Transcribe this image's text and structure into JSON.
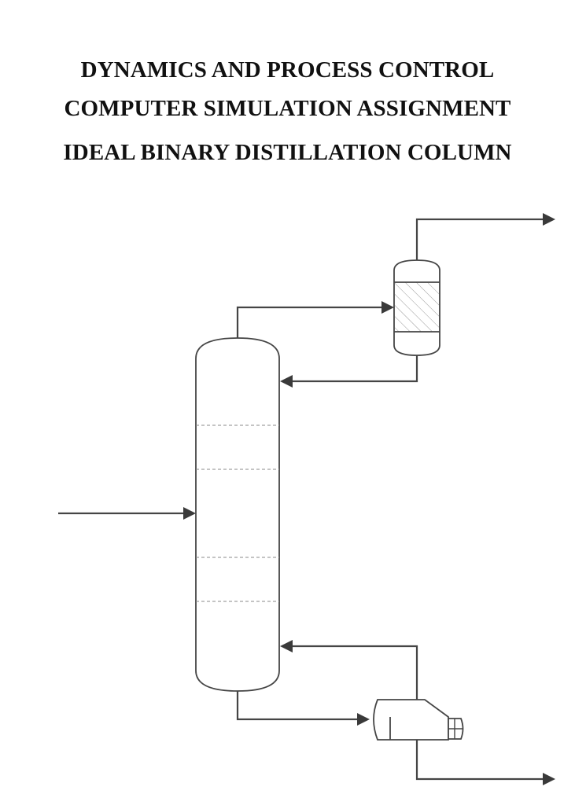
{
  "title": {
    "line1": "DYNAMICS AND PROCESS CONTROL",
    "line2": "COMPUTER SIMULATION ASSIGNMENT",
    "line3": "IDEAL BINARY DISTILLATION COLUMN"
  },
  "diagram": {
    "units": [
      "distillation-column",
      "condenser",
      "reboiler"
    ],
    "streams": [
      "feed",
      "overhead-vapor",
      "reflux",
      "distillate",
      "bottoms",
      "boilup",
      "bottoms-product"
    ],
    "column_tray_lines": 4,
    "colors": {
      "line": "#454545",
      "tray": "#8a8a8a",
      "text": "#111111"
    }
  }
}
